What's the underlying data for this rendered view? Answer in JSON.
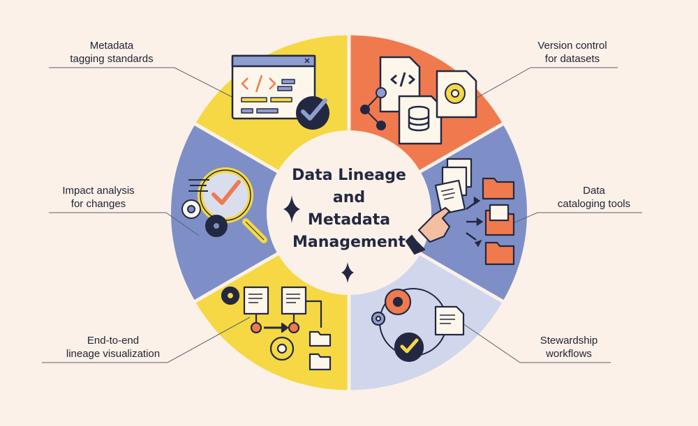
{
  "title": {
    "lines": [
      "Data Lineage",
      "and",
      "Metadata",
      "Management"
    ]
  },
  "segments": [
    {
      "id": "metadata-tagging",
      "lines": [
        "Metadata",
        "tagging standards"
      ],
      "color": "#f5d844"
    },
    {
      "id": "version-control",
      "lines": [
        "Version control",
        "for datasets"
      ],
      "color": "#f07a4e"
    },
    {
      "id": "data-cataloging",
      "lines": [
        "Data",
        "cataloging tools"
      ],
      "color": "#7d8fc6"
    },
    {
      "id": "stewardship",
      "lines": [
        "Stewardship",
        "workflows"
      ],
      "color": "#d0d6ec"
    },
    {
      "id": "lineage-visualization",
      "lines": [
        "End-to-end",
        "lineage visualization"
      ],
      "color": "#f5d844"
    },
    {
      "id": "impact-analysis",
      "lines": [
        "Impact analysis",
        "for changes"
      ],
      "color": "#7d8fc6"
    }
  ],
  "colors": {
    "background": "#fbf1e8",
    "center": "#fbf1e8",
    "ink": "#232842",
    "yellow": "#f5d844",
    "orange": "#f07a4e",
    "blue": "#7d8fc6",
    "lavender": "#d0d6ec"
  },
  "icons": [
    "code-window-icon",
    "check-badge-icon",
    "code-document-icon",
    "database-document-icon",
    "gear-icon",
    "document-stack-icon",
    "folder-icon",
    "pointing-hand-icon",
    "magnifier-check-icon",
    "flow-documents-icon",
    "sparkle-icon"
  ]
}
